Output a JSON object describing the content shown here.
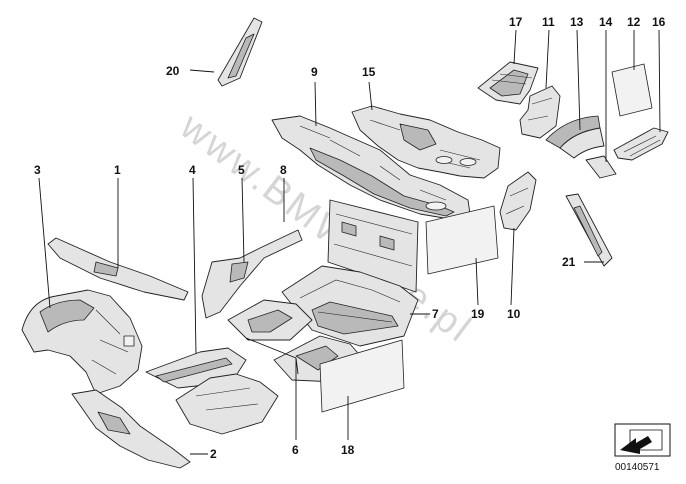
{
  "watermark": "www.BMWstore.pl",
  "diagram_code": "00140571",
  "icons": {
    "corner": "arrow-box-icon"
  },
  "callouts": [
    "1",
    "2",
    "3",
    "4",
    "5",
    "6",
    "7",
    "8",
    "9",
    "10",
    "11",
    "12",
    "13",
    "14",
    "15",
    "16",
    "17",
    "18",
    "19",
    "20",
    "21"
  ]
}
